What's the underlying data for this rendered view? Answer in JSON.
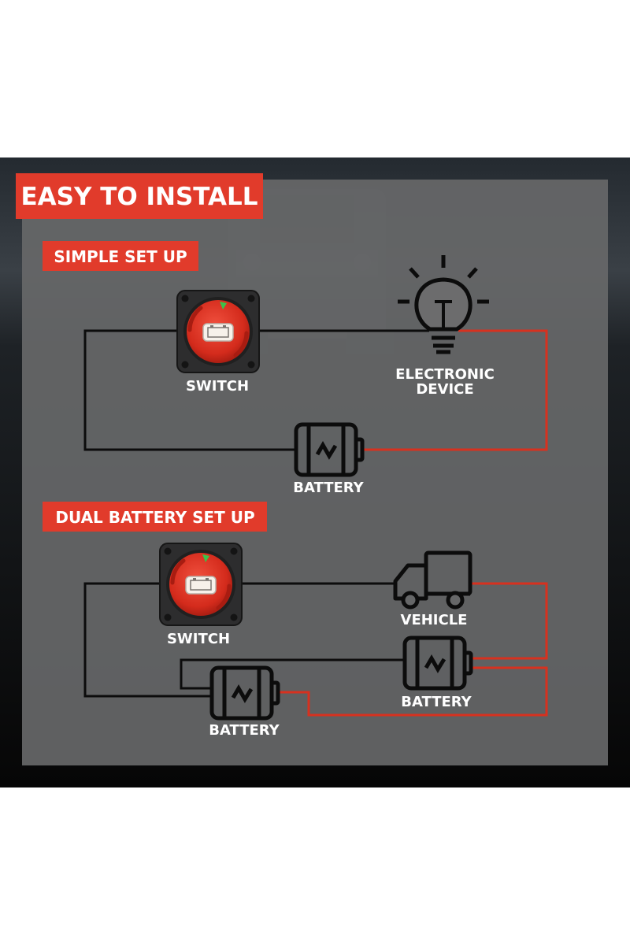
{
  "header": {
    "title": "EASY TO INSTALL"
  },
  "sections": [
    {
      "title": "SIMPLE SET UP"
    },
    {
      "title": "DUAL BATTERY SET UP"
    }
  ],
  "simple": {
    "switch_label": "SWITCH",
    "device_label_line1": "ELECTRONIC",
    "device_label_line2": "DEVICE",
    "battery_label": "BATTERY"
  },
  "dual": {
    "switch_label": "SWITCH",
    "vehicle_label": "VEHICLE",
    "battery_right_label": "BATTERY",
    "battery_left_label": "BATTERY"
  },
  "colors": {
    "accent_red": "#e13b2b",
    "panel_gray": "#666768",
    "wire_black": "#0c0c0c",
    "wire_red": "#d7311f",
    "label_white": "#ffffff"
  }
}
